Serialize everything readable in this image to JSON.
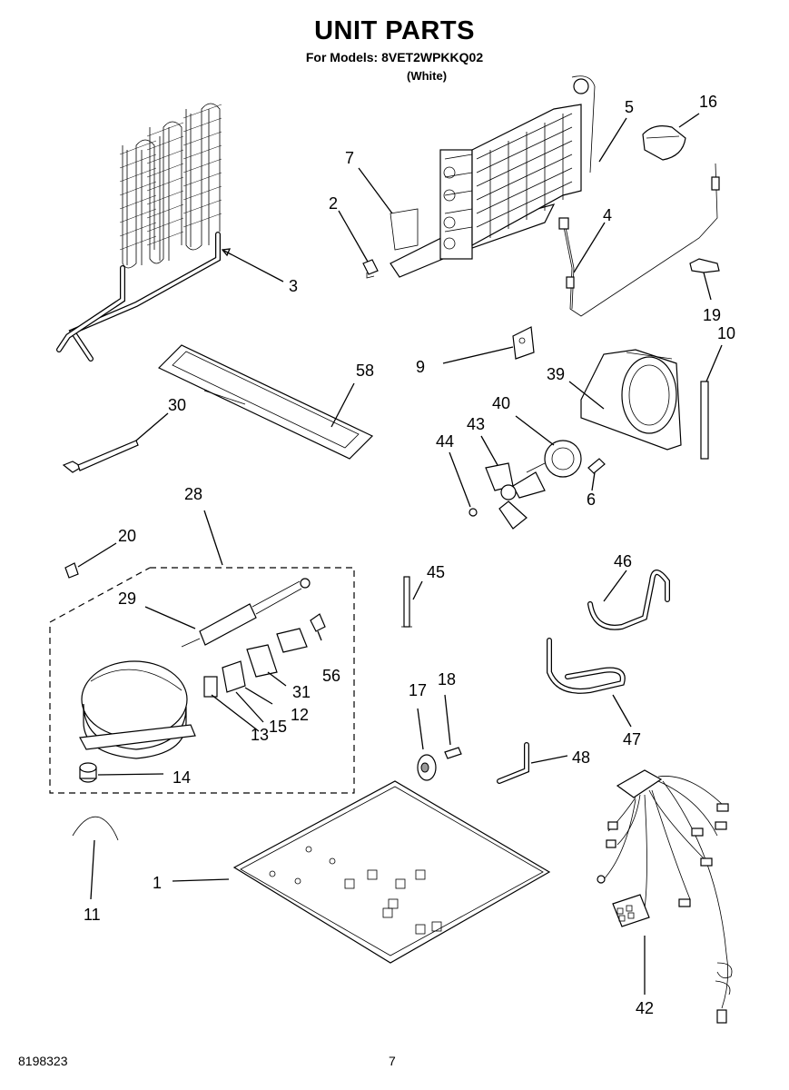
{
  "header": {
    "title": "UNIT PARTS",
    "models": "For Models: 8VET2WPKKQ02",
    "color": "(White)"
  },
  "footer": {
    "doc_number": "8198323",
    "page_number": "7"
  },
  "callouts": {
    "c1": "1",
    "c2": "2",
    "c3": "3",
    "c4": "4",
    "c5": "5",
    "c6": "6",
    "c7": "7",
    "c9": "9",
    "c10": "10",
    "c11": "11",
    "c12": "12",
    "c13": "13",
    "c14": "14",
    "c15": "15",
    "c16": "16",
    "c17": "17",
    "c18": "18",
    "c19": "19",
    "c20": "20",
    "c28": "28",
    "c29": "29",
    "c30": "30",
    "c31": "31",
    "c39": "39",
    "c40": "40",
    "c42": "42",
    "c43": "43",
    "c44": "44",
    "c45": "45",
    "c46": "46",
    "c47": "47",
    "c48": "48",
    "c56": "56",
    "c58": "58"
  }
}
